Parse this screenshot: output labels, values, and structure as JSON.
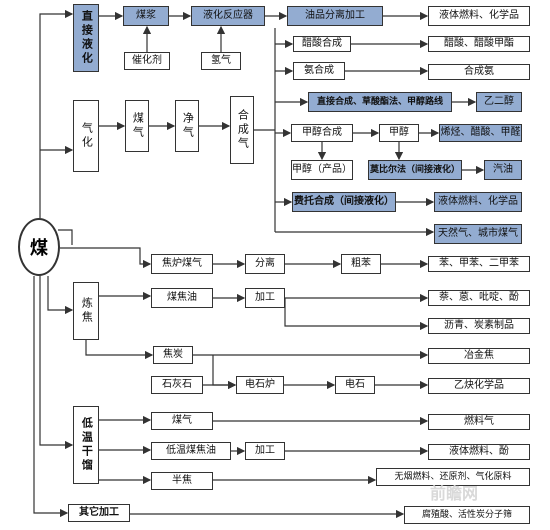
{
  "root": "煤",
  "nodes": {
    "direct_liq": "直接液化",
    "coal_slurry": "煤浆",
    "liq_reactor": "液化反应器",
    "oil_sep": "油品分离加工",
    "liquid_fuel_chem_1": "液体燃料、化学品",
    "catalyst": "催化剂",
    "hydrogen": "氢气",
    "gasify": "气化",
    "coal_gas_1": "煤气",
    "purify": "净气",
    "syngas": "合成气",
    "acetic_synth": "醋酸合成",
    "acetic_products": "醋酸、醋酸甲酯",
    "ammonia_synth": "氨合成",
    "ammonia_product": "合成氨",
    "direct_synth": "直接合成、草酸酯法、甲醇路线",
    "glycol": "乙二醇",
    "methanol_synth": "甲醇合成",
    "methanol": "甲醇",
    "olefin": "烯烃、醋酸、甲醛",
    "methanol_product": "甲醇（产品）",
    "mobil": "莫比尔法（间接液化）",
    "gasoline": "汽油",
    "ft_synth": "费托合成（间接液化）",
    "liquid_fuel_chem_2": "液体燃料、化学品",
    "natural_gas": "天然气、城市煤气",
    "coking": "炼焦",
    "coke_oven_gas": "焦炉煤气",
    "separation": "分离",
    "crude_benzene": "粗苯",
    "benzene_products": "苯、甲苯、二甲苯",
    "coal_tar": "煤焦油",
    "processing_1": "加工",
    "naphthalene": "萘、蒽、吡啶、酚",
    "asphalt": "沥青、炭素制品",
    "coke": "焦炭",
    "metallurgical_coke": "冶金焦",
    "limestone": "石灰石",
    "arc_furnace": "电石炉",
    "calcium_carbide": "电石",
    "acetylene": "乙炔化学品",
    "low_temp_dry": "低温干馏",
    "coal_gas_2": "煤气",
    "fuel_gas": "燃料气",
    "low_temp_tar": "低温煤焦油",
    "processing_2": "加工",
    "liquid_fuel_phenol": "液体燃料、酚",
    "semi_coke": "半焦",
    "smokeless_fuel": "无烟燃料、还原剂、气化原料",
    "other_processing": "其它加工",
    "humic_acid": "腐殖酸、活性炭分子筛"
  },
  "watermark": "前瞻网",
  "colors": {
    "highlight": "#93acd1",
    "line": "#333333"
  }
}
